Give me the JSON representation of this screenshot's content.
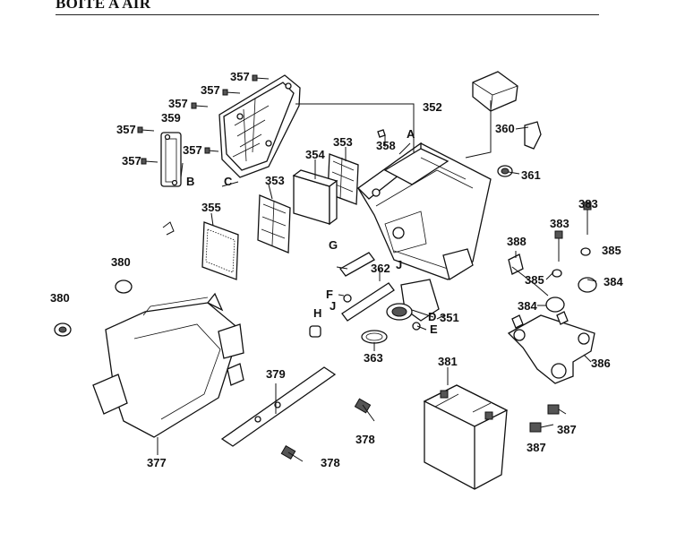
{
  "title": "BOITE A AIR",
  "labels": {
    "p351": "351",
    "p352": "352",
    "p353a": "353",
    "p353b": "353",
    "p354": "354",
    "p355": "355",
    "p357a": "357",
    "p357b": "357",
    "p357c": "357",
    "p357d": "357",
    "p357e": "357",
    "p358": "358",
    "p359": "359",
    "p360": "360",
    "p361": "361",
    "p362": "362",
    "p363": "363",
    "p377": "377",
    "p378a": "378",
    "p378b": "378",
    "p379": "379",
    "p380a": "380",
    "p380b": "380",
    "p381": "381",
    "p383a": "383",
    "p383b": "383",
    "p384a": "384",
    "p384b": "384",
    "p385a": "385",
    "p385b": "385",
    "p386": "386",
    "p387a": "387",
    "p387b": "387",
    "p388": "388",
    "la": "A",
    "lb": "B",
    "lc": "C",
    "ld": "D",
    "le": "E",
    "lf": "F",
    "lg": "G",
    "lh": "H",
    "lj1": "J",
    "lj2": "J"
  }
}
